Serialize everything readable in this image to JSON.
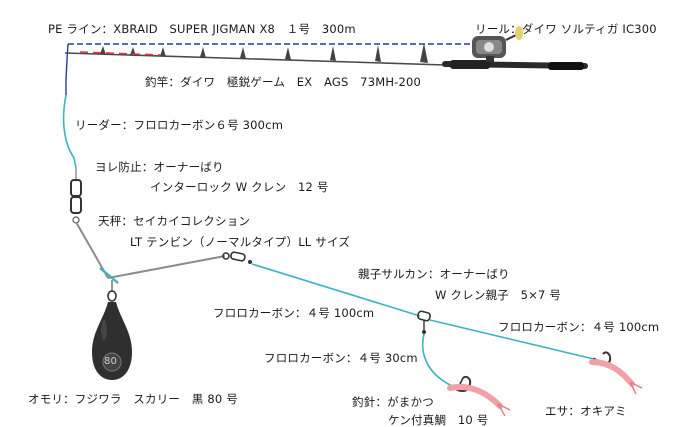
{
  "labels": {
    "pe_line": "PE ライン：XBRAID　SUPER JIGMAN X8　１号　300m",
    "reel": "リール：ダイワ ソルティガ IC300",
    "rod": "釣竿：ダイワ　極鋭ゲーム　EX　AGS　73MH-200",
    "leader": "リーダー：フロロカーボン６号 300cm",
    "swivel_1": "ヨレ防止：オーナーばり",
    "swivel_2": "インターロック W クレン　12 号",
    "tenbin_1": "天秤：セイカイコレクション",
    "tenbin_2": "LT テンビン（ノーマルタイプ）LL サイズ",
    "oyako_1": "親子サルカン：オーナーばり",
    "oyako_2": "W クレン親子　5×7 号",
    "fluoro_main": "フロロカーボン：４号 100cm",
    "fluoro_right": "フロロカーボン：４号 100cm",
    "fluoro_branch": "フロロカーボン：４号 30cm",
    "sinker": "オモリ：フジワラ　スカリー　黒 80 号",
    "sinker_mark": "80",
    "hook_1": "釣針：がまかつ",
    "hook_2": "ケン付真鯛　10 号",
    "bait": "エサ：オキアミ"
  },
  "colors": {
    "pe_line": "#2b3a9e",
    "pe_tip": "#e0304a",
    "leader": "#3bb4c0",
    "wire": "#8c8c8c",
    "sinker": "#2f2f2f",
    "rod": "#3a3a3a"
  }
}
